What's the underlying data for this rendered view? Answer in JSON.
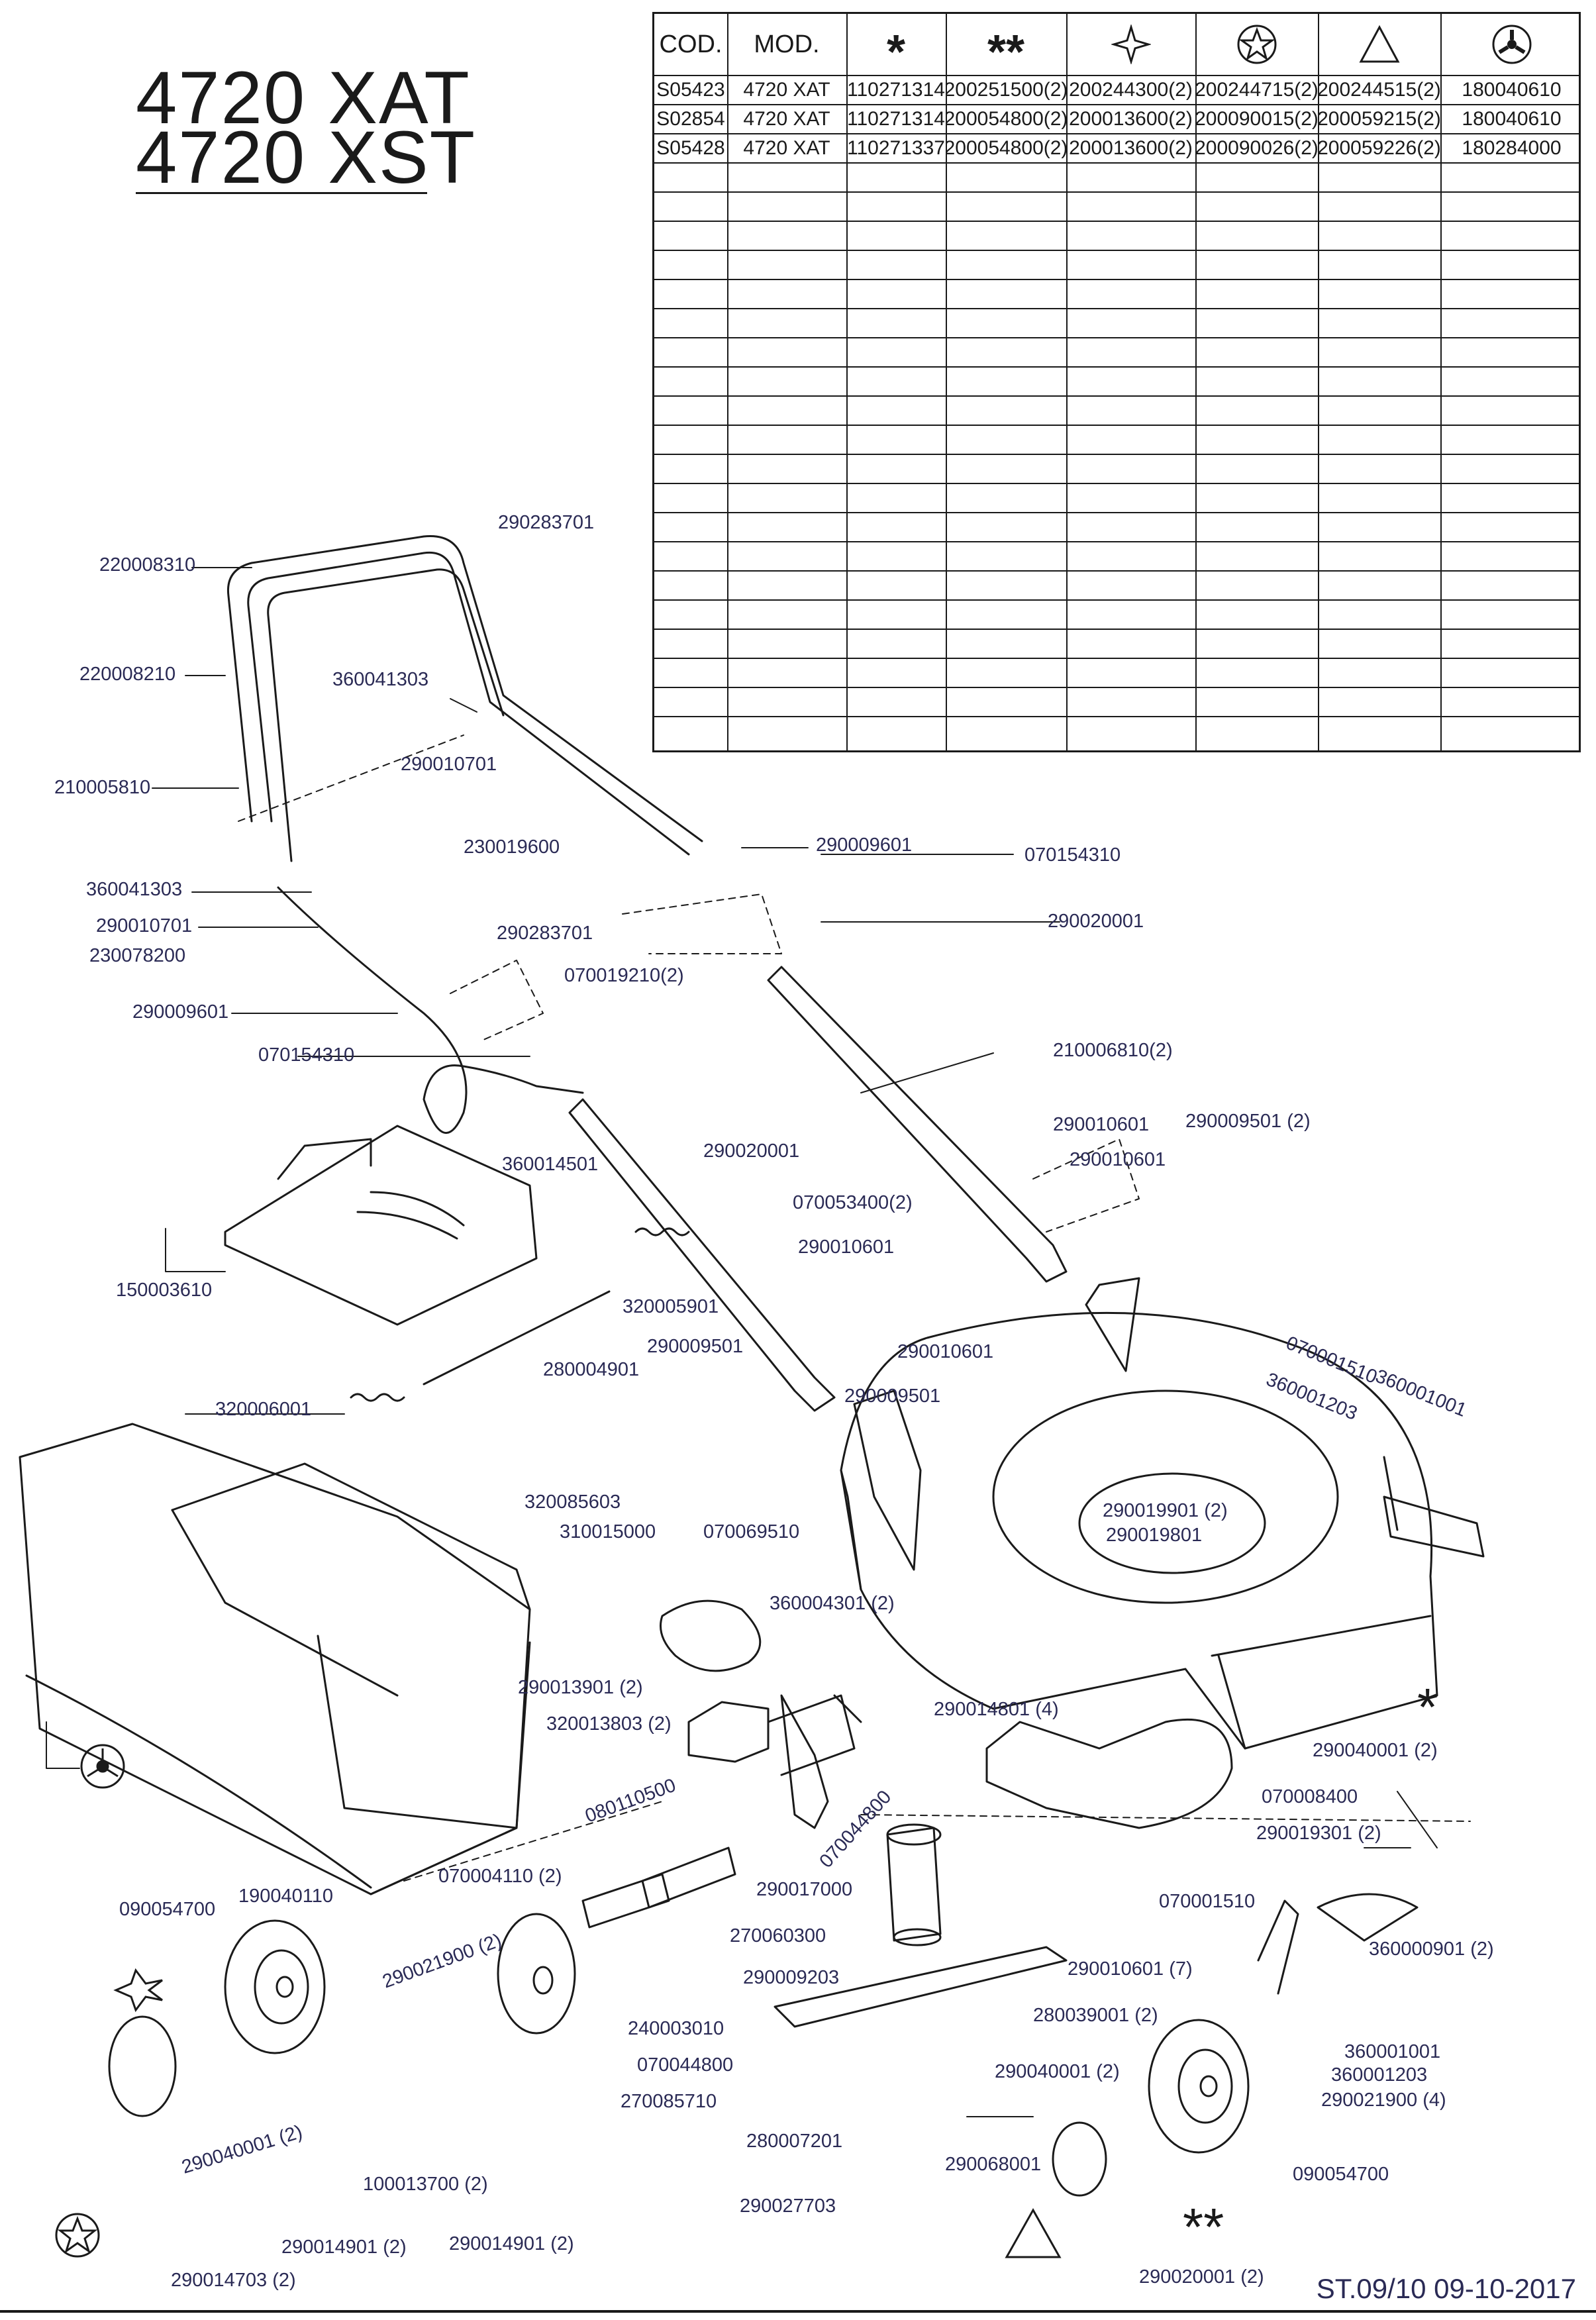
{
  "models": [
    "4720 XAT",
    "4720 XST"
  ],
  "table": {
    "header": {
      "cod": "COD.",
      "mod": "MOD.",
      "single_star": "*",
      "double_star": "**"
    },
    "icon_columns": [
      "four-point-star-icon",
      "star-in-circle-icon",
      "triangle-icon",
      "trefoil-circle-icon"
    ],
    "rows": [
      [
        "S05423",
        "4720 XAT",
        "110271314",
        "200251500(2)",
        "200244300(2)",
        "200244715(2)",
        "200244515(2)",
        "180040610"
      ],
      [
        "S02854",
        "4720 XAT",
        "110271314",
        "200054800(2)",
        "200013600(2)",
        "200090015(2)",
        "200059215(2)",
        "180040610"
      ],
      [
        "S05428",
        "4720 XAT",
        "110271337",
        "200054800(2)",
        "200013600(2)",
        "200090026(2)",
        "200059226(2)",
        "180284000"
      ]
    ],
    "empty_rows": 19
  },
  "parts": [
    {
      "id": "p1",
      "label": "290283701"
    },
    {
      "id": "p2",
      "label": "220008310"
    },
    {
      "id": "p3",
      "label": "220008210"
    },
    {
      "id": "p4",
      "label": "360041303"
    },
    {
      "id": "p5",
      "label": "290010701"
    },
    {
      "id": "p6",
      "label": "210005810"
    },
    {
      "id": "p7",
      "label": "230019600"
    },
    {
      "id": "p8",
      "label": "290009601"
    },
    {
      "id": "p9",
      "label": "070154310"
    },
    {
      "id": "p10",
      "label": "360041303"
    },
    {
      "id": "p11",
      "label": "290010701"
    },
    {
      "id": "p12",
      "label": "230078200"
    },
    {
      "id": "p13",
      "label": "290283701"
    },
    {
      "id": "p14",
      "label": "290020001"
    },
    {
      "id": "p15",
      "label": "070019210(2)"
    },
    {
      "id": "p16",
      "label": "290009601"
    },
    {
      "id": "p17",
      "label": "070154310"
    },
    {
      "id": "p18",
      "label": "210006810(2)"
    },
    {
      "id": "p19",
      "label": "360014501"
    },
    {
      "id": "p20",
      "label": "290020001"
    },
    {
      "id": "p21",
      "label": "290010601"
    },
    {
      "id": "p22",
      "label": "290009501 (2)"
    },
    {
      "id": "p23",
      "label": "290010601"
    },
    {
      "id": "p24",
      "label": "070053400(2)"
    },
    {
      "id": "p25",
      "label": "150003610"
    },
    {
      "id": "p26",
      "label": "290010601"
    },
    {
      "id": "p27",
      "label": "320005901"
    },
    {
      "id": "p28",
      "label": "290009501"
    },
    {
      "id": "p29",
      "label": "290010601"
    },
    {
      "id": "p30",
      "label": "280004901"
    },
    {
      "id": "p31",
      "label": "290009501"
    },
    {
      "id": "p32",
      "label": "070001510"
    },
    {
      "id": "p33",
      "label": "360001001"
    },
    {
      "id": "p34",
      "label": "360001203"
    },
    {
      "id": "p35",
      "label": "320006001"
    },
    {
      "id": "p36",
      "label": "320085603"
    },
    {
      "id": "p37",
      "label": "310015000"
    },
    {
      "id": "p38",
      "label": "070069510"
    },
    {
      "id": "p39",
      "label": "290019901 (2)"
    },
    {
      "id": "p40",
      "label": "290019801"
    },
    {
      "id": "p41",
      "label": "360004301 (2)"
    },
    {
      "id": "p42",
      "label": "290013901 (2)"
    },
    {
      "id": "p43",
      "label": "320013803 (2)"
    },
    {
      "id": "p44",
      "label": "290014801 (4)"
    },
    {
      "id": "p45",
      "label": "290040001 (2)"
    },
    {
      "id": "p46",
      "label": "080110500"
    },
    {
      "id": "p47",
      "label": "070008400"
    },
    {
      "id": "p48",
      "label": "070044800"
    },
    {
      "id": "p49",
      "label": "290019301 (2)"
    },
    {
      "id": "p50",
      "label": "070004110 (2)"
    },
    {
      "id": "p51",
      "label": "190040110"
    },
    {
      "id": "p52",
      "label": "290017000"
    },
    {
      "id": "p53",
      "label": "070001510"
    },
    {
      "id": "p54",
      "label": "090054700"
    },
    {
      "id": "p55",
      "label": "290021900 (2)"
    },
    {
      "id": "p56",
      "label": "270060300"
    },
    {
      "id": "p57",
      "label": "360000901 (2)"
    },
    {
      "id": "p58",
      "label": "290009203"
    },
    {
      "id": "p59",
      "label": "290010601 (7)"
    },
    {
      "id": "p60",
      "label": "280039001 (2)"
    },
    {
      "id": "p61",
      "label": "240003010"
    },
    {
      "id": "p62",
      "label": "360001001"
    },
    {
      "id": "p63",
      "label": "070044800"
    },
    {
      "id": "p64",
      "label": "360001203"
    },
    {
      "id": "p65",
      "label": "290021900 (4)"
    },
    {
      "id": "p66",
      "label": "270085710"
    },
    {
      "id": "p67",
      "label": "290040001 (2)"
    },
    {
      "id": "p68",
      "label": "290040001 (2)"
    },
    {
      "id": "p69",
      "label": "280007201"
    },
    {
      "id": "p70",
      "label": "090054700"
    },
    {
      "id": "p71",
      "label": "290068001"
    },
    {
      "id": "p72",
      "label": "100013700 (2)"
    },
    {
      "id": "p73",
      "label": "290027703"
    },
    {
      "id": "p74",
      "label": "290014901 (2)"
    },
    {
      "id": "p75",
      "label": "290014901 (2)"
    },
    {
      "id": "p76",
      "label": "290014703 (2)"
    },
    {
      "id": "p77",
      "label": "290020001 (2)"
    }
  ],
  "markers": {
    "single_star": "*",
    "double_star": "**"
  },
  "footer": "ST.09/10  09-10-2017"
}
